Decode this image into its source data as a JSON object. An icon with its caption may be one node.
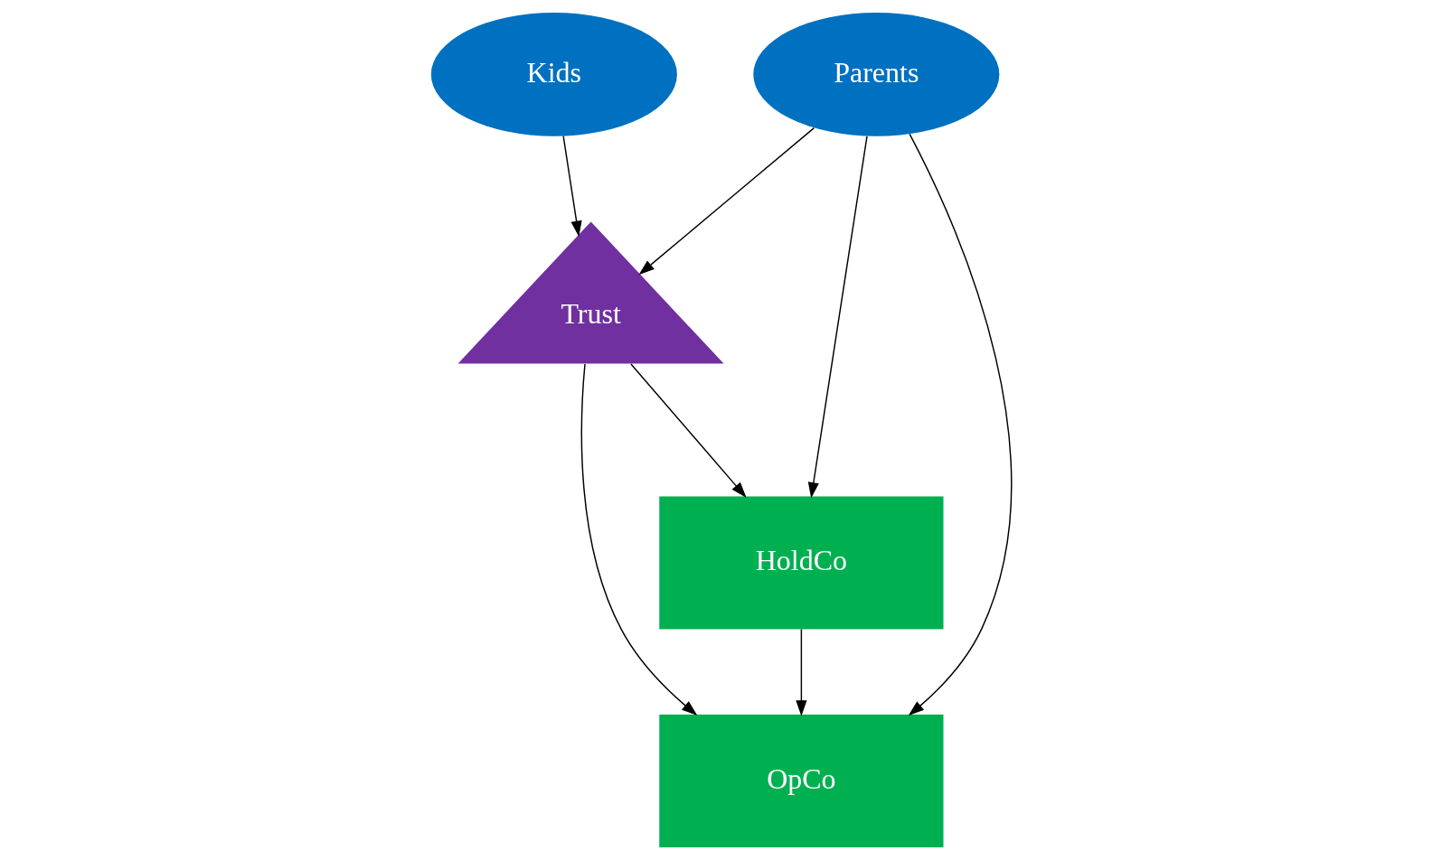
{
  "diagram": {
    "nodes": [
      {
        "text": [
          "Parents"
        ]
      },
      {
        "text": [
          "Kids"
        ]
      },
      {
        "text": [
          "Trust"
        ]
      },
      {
        "text": [
          "HoldCo"
        ]
      },
      {
        "text": [
          "OpCo"
        ]
      }
    ],
    "edges": [
      {
        "from": 0,
        "to": 3,
        "arrow": "to"
      },
      {
        "from": 0,
        "to": 4,
        "arrow": "to"
      },
      {
        "from": 0,
        "to": 2,
        "arrow": "to"
      },
      {
        "from": 1,
        "to": 2,
        "arrow": "to"
      },
      {
        "from": 2,
        "to": 3,
        "arrow": "to"
      },
      {
        "from": 2,
        "to": 4,
        "arrow": "to"
      },
      {
        "from": 3,
        "to": 4,
        "arrow": "to"
      }
    ]
  }
}
